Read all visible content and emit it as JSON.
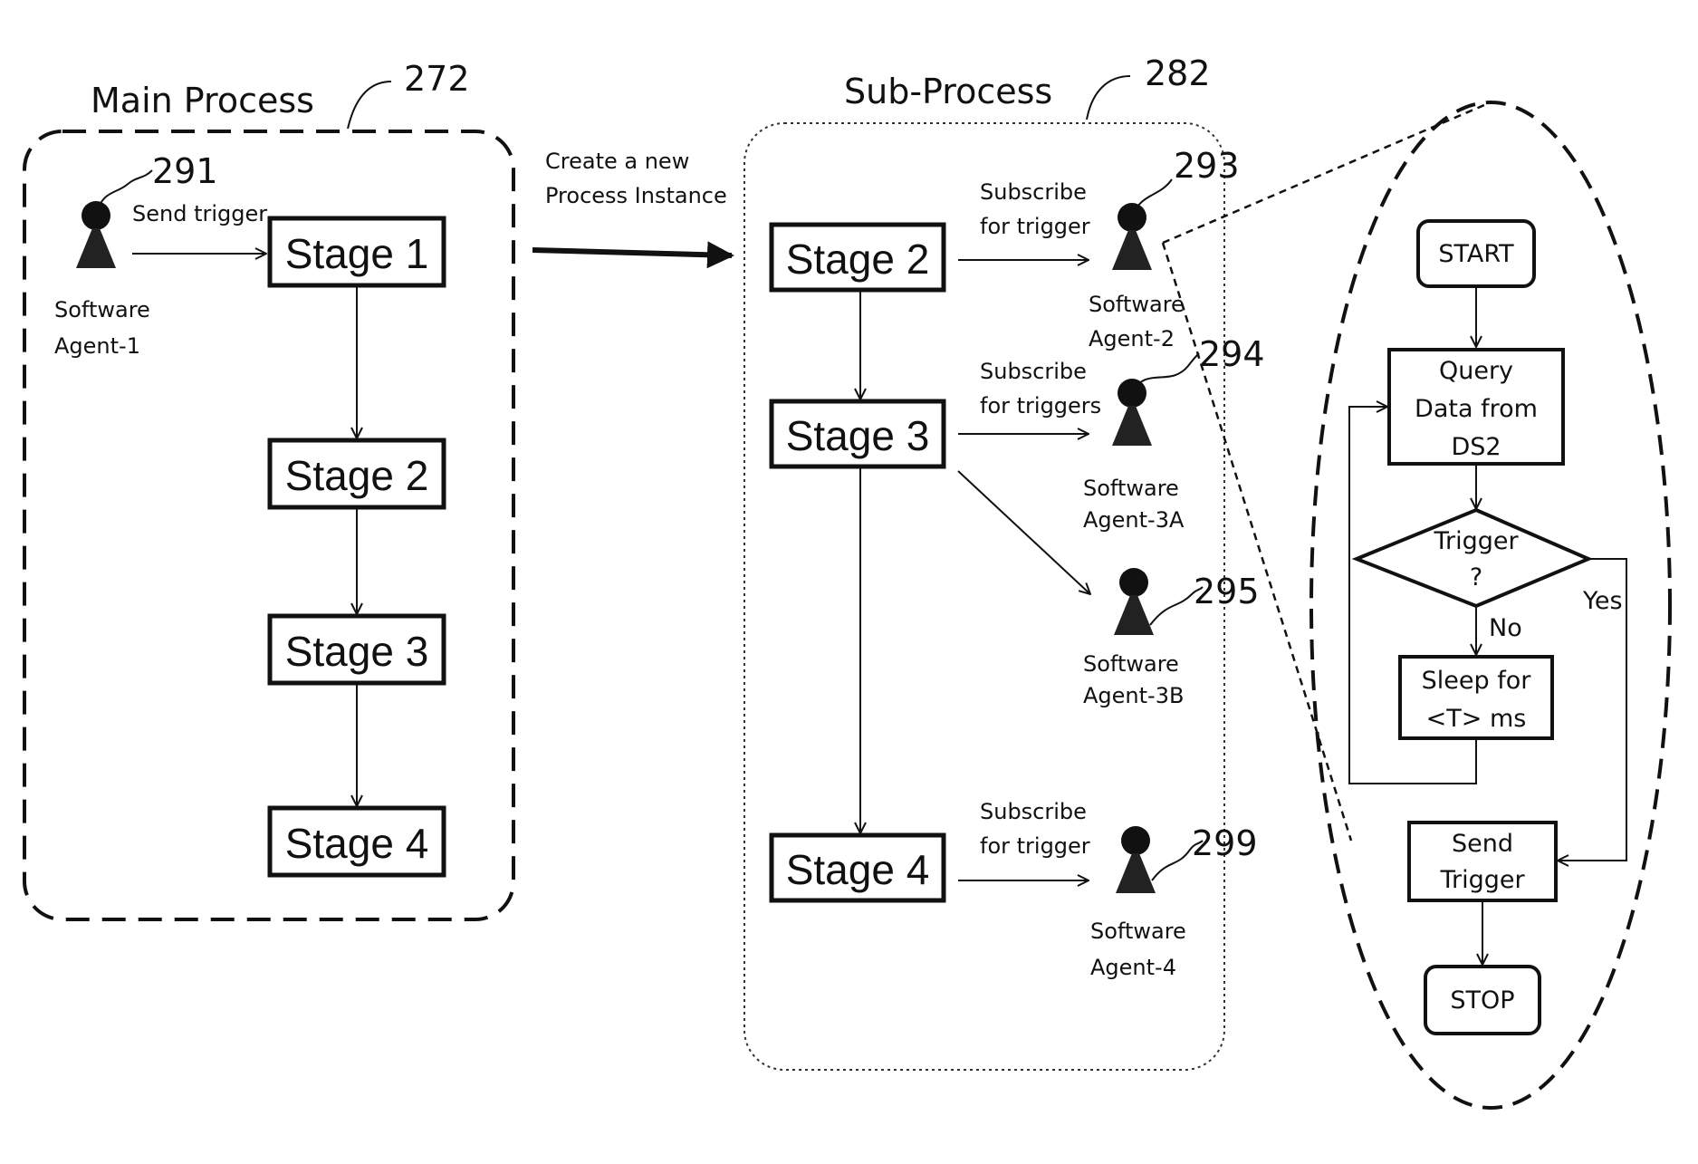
{
  "main_process": {
    "title": "Main Process",
    "ref": "272",
    "agent": {
      "ref": "291",
      "name_line1": "Software",
      "name_line2": "Agent-1",
      "action": "Send trigger"
    },
    "stages": [
      "Stage 1",
      "Stage 2",
      "Stage 3",
      "Stage 4"
    ]
  },
  "transition": {
    "line1": "Create a new",
    "line2": "Process Instance"
  },
  "sub_process": {
    "title": "Sub-Process",
    "ref": "282",
    "stages": [
      "Stage 2",
      "Stage 3",
      "Stage 4"
    ],
    "agents": [
      {
        "ref": "293",
        "name_line1": "Software",
        "name_line2": "Agent-2",
        "sub_line1": "Subscribe",
        "sub_line2": "for trigger"
      },
      {
        "ref": "294",
        "name_line1": "Software",
        "name_line2": "Agent-3A",
        "sub_line1": "Subscribe",
        "sub_line2": "for triggers"
      },
      {
        "ref": "295",
        "name_line1": "Software",
        "name_line2": "Agent-3B"
      },
      {
        "ref": "299",
        "name_line1": "Software",
        "name_line2": "Agent-4",
        "sub_line1": "Subscribe",
        "sub_line2": "for trigger"
      }
    ]
  },
  "flowchart": {
    "start": "START",
    "query_line1": "Query",
    "query_line2": "Data from",
    "query_line3": "DS2",
    "decision_line1": "Trigger",
    "decision_line2": "?",
    "no": "No",
    "yes": "Yes",
    "sleep_line1": "Sleep for",
    "sleep_line2": "<T> ms",
    "send_line1": "Send",
    "send_line2": "Trigger",
    "stop": "STOP"
  }
}
